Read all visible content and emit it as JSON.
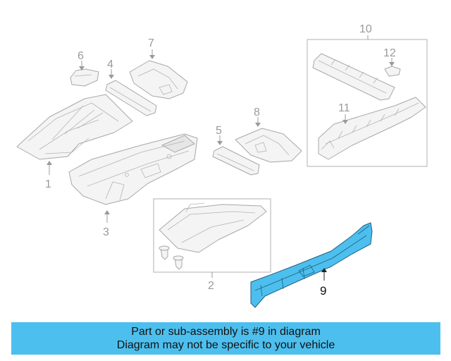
{
  "callouts": {
    "c1": "1",
    "c2": "2",
    "c3": "3",
    "c4": "4",
    "c5": "5",
    "c6": "6",
    "c7": "7",
    "c8": "8",
    "c9": "9",
    "c10": "10",
    "c11": "11",
    "c12": "12"
  },
  "highlight": {
    "part_number": "9",
    "color": "#4dbfee"
  },
  "banner": {
    "line1": "Part or sub-assembly is #9 in diagram",
    "line2": "Diagram may not be specific to your vehicle",
    "background": "#4dbfee"
  }
}
